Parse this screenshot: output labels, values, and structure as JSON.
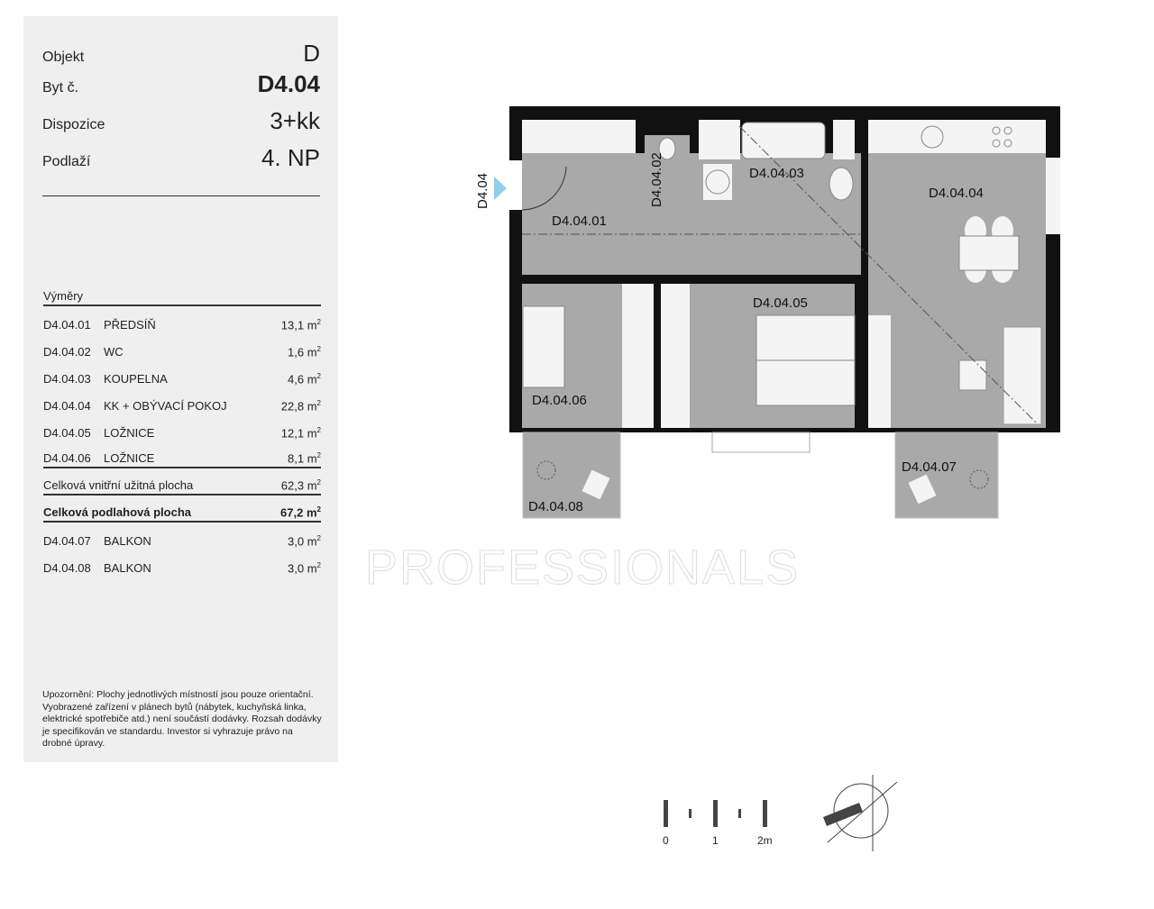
{
  "header": {
    "objekt_label": "Objekt",
    "objekt_value": "D",
    "byt_label": "Byt č.",
    "byt_value": "D4.04",
    "dispozice_label": "Dispozice",
    "dispozice_value": "3+kk",
    "podlazi_label": "Podlaží",
    "podlazi_value": "4. NP"
  },
  "areas": {
    "title": "Výměry",
    "unit": "m",
    "unit_exp": "2",
    "rows": [
      {
        "code": "D4.04.01",
        "name": "PŘEDSÍŇ",
        "value": "13,1"
      },
      {
        "code": "D4.04.02",
        "name": "WC",
        "value": "1,6"
      },
      {
        "code": "D4.04.03",
        "name": "KOUPELNA",
        "value": "4,6"
      },
      {
        "code": "D4.04.04",
        "name": "KK + OBÝVACÍ POKOJ",
        "value": "22,8"
      },
      {
        "code": "D4.04.05",
        "name": "LOŽNICE",
        "value": "12,1"
      },
      {
        "code": "D4.04.06",
        "name": "LOŽNICE",
        "value": "8,1"
      }
    ],
    "inner_total_label": "Celková vnitřní užitná plocha",
    "inner_total_value": "62,3",
    "floor_total_label": "Celková podlahová plocha",
    "floor_total_value": "67,2",
    "balconies": [
      {
        "code": "D4.04.07",
        "name": "BALKON",
        "value": "3,0"
      },
      {
        "code": "D4.04.08",
        "name": "BALKON",
        "value": "3,0"
      }
    ]
  },
  "note": "Upozornění: Plochy jednotlivých místností jsou pouze orientační. Vyobrazené zařízení v plánech bytů (nábytek, kuchyňská linka, elektrické spotřebiče atd.) není součástí dodávky. Rozsah dodávky je specifikován ve standardu. Investor si vyhrazuje právo na drobné úpravy.",
  "plan": {
    "entrance_label": "D4.04",
    "rooms": {
      "r01": "D4.04.01",
      "r02": "D4.04.02",
      "r03": "D4.04.03",
      "r04": "D4.04.04",
      "r05": "D4.04.05",
      "r06": "D4.04.06",
      "r07": "D4.04.07",
      "r08": "D4.04.08"
    },
    "watermark": "PROFESSIONALS"
  },
  "scale": {
    "l0": "0",
    "l1": "1",
    "l2": "2m"
  },
  "colors": {
    "wall": "#111111",
    "floor": "#a9a9a9",
    "panel": "#efefef",
    "entry": "#8fd0e8"
  }
}
